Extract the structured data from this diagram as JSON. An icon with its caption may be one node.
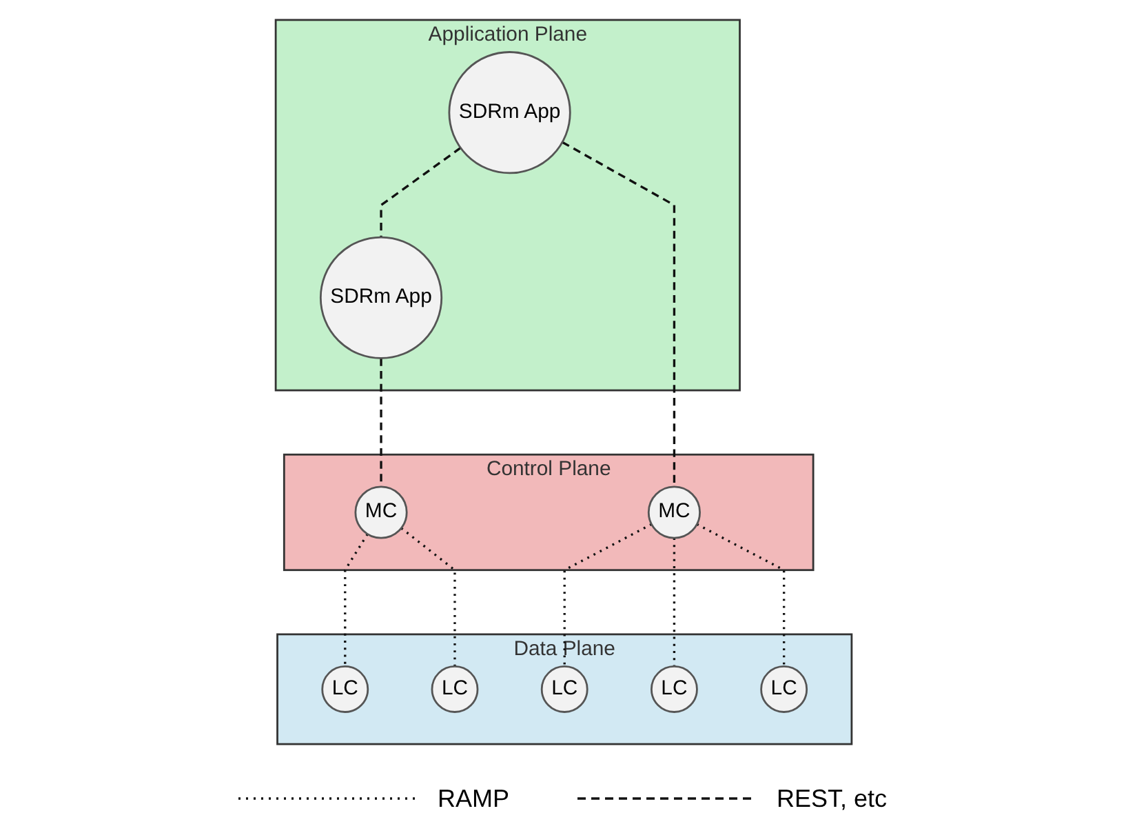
{
  "diagram": {
    "nodes": [
      {
        "text": [
          "Application Plane"
        ]
      },
      {
        "text": [
          "SDRm App"
        ],
        "in": 0
      },
      {
        "text": [
          "SDRm App"
        ],
        "in": 0
      },
      {
        "text": [
          "Control Plane"
        ]
      },
      {
        "text": [
          "MC"
        ],
        "in": 3
      },
      {
        "text": [
          "MC"
        ],
        "in": 3
      },
      {
        "text": [
          "Data Plane"
        ]
      },
      {
        "text": [
          "LC"
        ],
        "in": 6
      },
      {
        "text": [
          "LC"
        ],
        "in": 6
      },
      {
        "text": [
          "LC"
        ],
        "in": 6
      },
      {
        "text": [
          "LC"
        ],
        "in": 6
      },
      {
        "text": [
          "LC"
        ],
        "in": 6
      }
    ],
    "edges": [
      {
        "from": 1,
        "to": 2,
        "arrow": "none",
        "style": "dashed"
      },
      {
        "from": 1,
        "to": 4,
        "arrow": "none",
        "style": "dashed"
      },
      {
        "from": 2,
        "to": 5,
        "arrow": "none",
        "style": "dashed"
      },
      {
        "from": 4,
        "to": 8,
        "arrow": "none"
      },
      {
        "from": 4,
        "to": 10,
        "arrow": "none"
      },
      {
        "from": 4,
        "to": 11,
        "arrow": "none"
      },
      {
        "from": 5,
        "to": 9,
        "arrow": "none"
      },
      {
        "from": 5,
        "to": 7,
        "arrow": "none"
      }
    ],
    "legend": [
      {
        "text": "RAMP"
      },
      {
        "text": "REST, etc"
      }
    ]
  }
}
